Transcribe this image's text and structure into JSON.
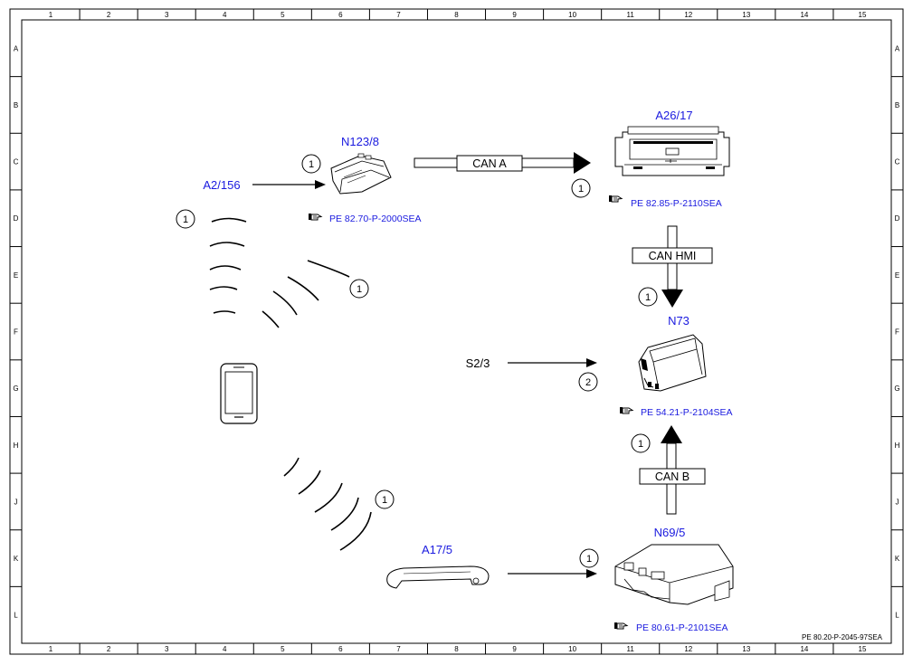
{
  "grid": {
    "columns": [
      "1",
      "2",
      "3",
      "4",
      "5",
      "6",
      "7",
      "8",
      "9",
      "10",
      "11",
      "12",
      "13",
      "14",
      "15"
    ],
    "rows": [
      "A",
      "B",
      "C",
      "D",
      "E",
      "F",
      "G",
      "H",
      "J",
      "K",
      "L"
    ]
  },
  "components": {
    "n123_8": "N123/8",
    "a2_156": "A2/156",
    "a26_17": "A26/17",
    "n73": "N73",
    "s2_3": "S2/3",
    "a17_5": "A17/5",
    "n69_5": "N69/5"
  },
  "refs": {
    "n123_8": "PE 82.70-P-2000SEA",
    "a26_17": "PE 82.85-P-2110SEA",
    "n73": "PE 54.21-P-2104SEA",
    "n69_5": "PE 80.61-P-2101SEA"
  },
  "buses": {
    "can_a": "CAN A",
    "can_hmi": "CAN HMI",
    "can_b": "CAN B"
  },
  "markers": {
    "one": "1",
    "two": "2"
  },
  "doc_id": "PE 80.20-P-2045-97SEA",
  "colors": {
    "label_blue": "#1a1adf",
    "line": "#000000"
  },
  "icons": {
    "ref_pointer": "pointing-hand-icon"
  }
}
